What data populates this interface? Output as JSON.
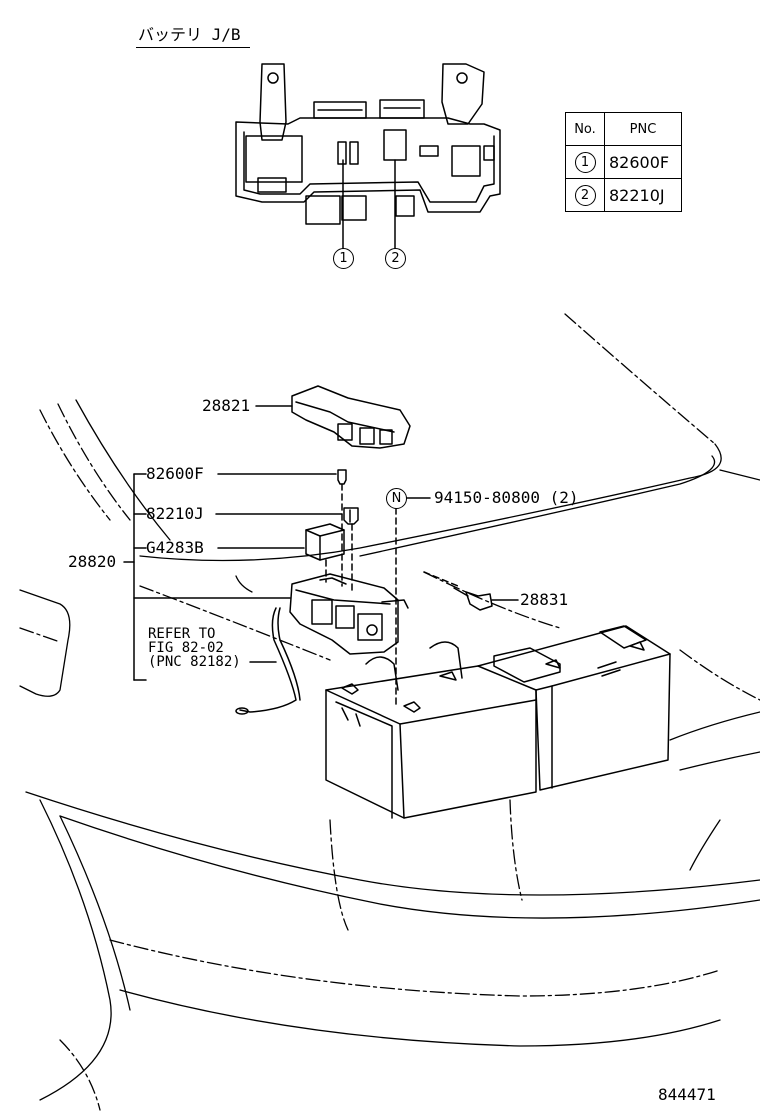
{
  "title": "バッテリ J/B",
  "table": {
    "headers": [
      "No.",
      "PNC"
    ],
    "rows": [
      {
        "no": "1",
        "pnc": "82600F"
      },
      {
        "no": "2",
        "pnc": "82210J"
      }
    ]
  },
  "inset_callouts": [
    "1",
    "2"
  ],
  "labels": {
    "p28821": "28821",
    "p82600F": "82600F",
    "p82210J": "82210J",
    "pG4283B": "G4283B",
    "p28820": "28820",
    "p28831": "28831",
    "bolt_mark": "N",
    "p94150": "94150-80800 (2)",
    "refer_line1": "REFER TO",
    "refer_line2": "FIG 82-02",
    "refer_line3": "(PNC 82182)"
  },
  "figure_number": "844471"
}
